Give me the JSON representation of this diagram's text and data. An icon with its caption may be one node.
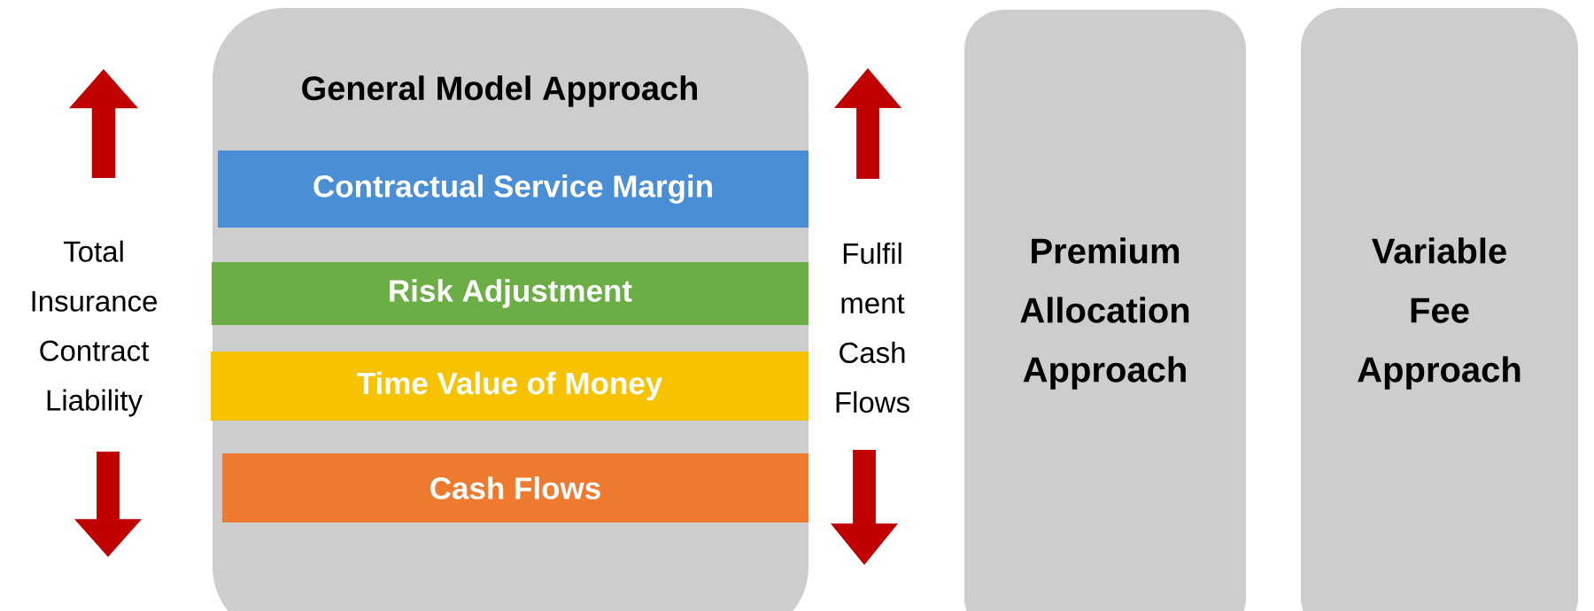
{
  "diagram": {
    "nodes": [
      {
        "text": [
          "General Model Approach"
        ]
      },
      {
        "text": [
          "Contractual Service Margin"
        ],
        "in": 0
      },
      {
        "text": [
          "Risk Adjustment"
        ],
        "in": 0
      },
      {
        "text": [
          "Time Value of Money"
        ],
        "in": 0
      },
      {
        "text": [
          "Cash Flows"
        ],
        "in": 0
      },
      {
        "text": [
          "Premium Allocation Approach"
        ]
      },
      {
        "text": [
          "Variable Fee Approach"
        ]
      }
    ],
    "labels": [
      "Total Insurance Contract Liability",
      "Fulfil ment Cash Flows"
    ]
  }
}
